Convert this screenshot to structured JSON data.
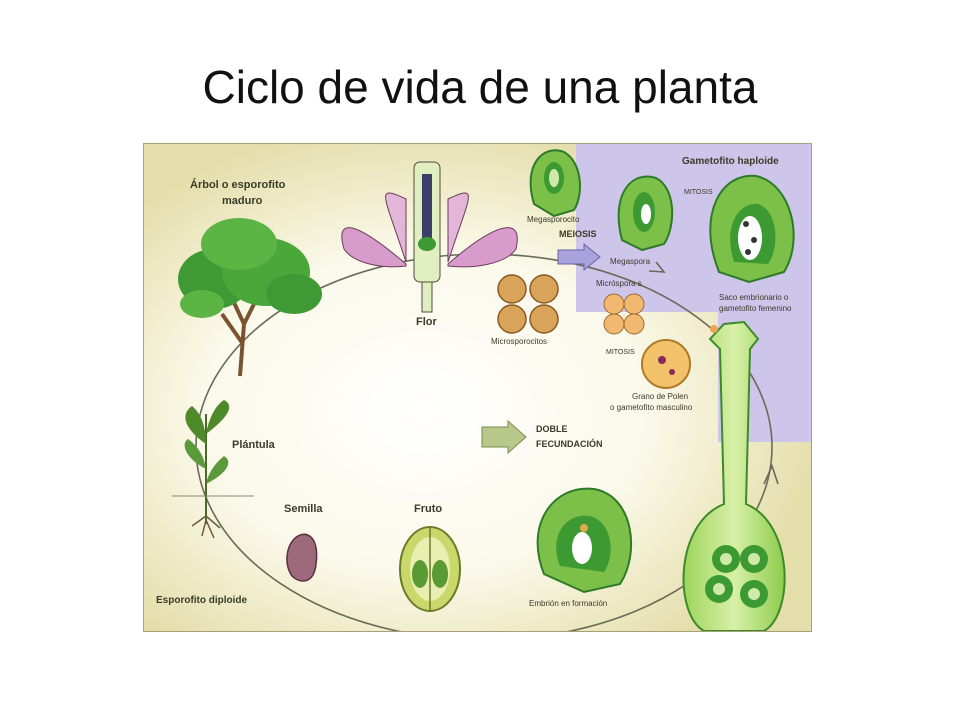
{
  "title": "Ciclo de vida de una planta",
  "colors": {
    "sporophyte_bg": "#e8e3b0",
    "gametophyte_bg": "#cdc6ea",
    "cycle_line": "#6b6b5a",
    "leaf_green": "#3d9a32",
    "light_green": "#7cc04a",
    "pollen": "#e9a550",
    "petal": "#d79ccb",
    "seed": "#9d6a7c"
  },
  "labels": {
    "tree": [
      "Árbol o esporofito",
      "maduro"
    ],
    "flower": "Flor",
    "megasporocyte": "Megasporocito",
    "meiosis": "MEIOSIS",
    "gametophyte_region": "Gametofito haploide",
    "mitosis_top": "MITOSIS",
    "megaspore": "Megaspora",
    "microspores": "Micróspora s",
    "microsporocytes": "Microsporocitos",
    "embryo_sac": [
      "Saco embrionario o",
      "gametofito femenino"
    ],
    "mitosis_mid": "MITOSIS",
    "pollen_grain": [
      "Grano de Polen",
      "o gametofito masculino"
    ],
    "double_fertilization": [
      "DOBLE",
      "FECUNDACIÓN"
    ],
    "seedling": "Plántula",
    "seed": "Semilla",
    "fruit": "Fruto",
    "sporophyte_region": "Esporofito diploide",
    "embryo": "Embrión en formación"
  },
  "icons": {
    "tree": "tree-icon",
    "flower": "flower-icon",
    "seedling": "seedling-icon",
    "seed": "seed-icon",
    "fruit": "fruit-icon",
    "ovule": "ovule-icon",
    "pollen": "pollen-icon",
    "arrow": "arrow-right-icon"
  }
}
